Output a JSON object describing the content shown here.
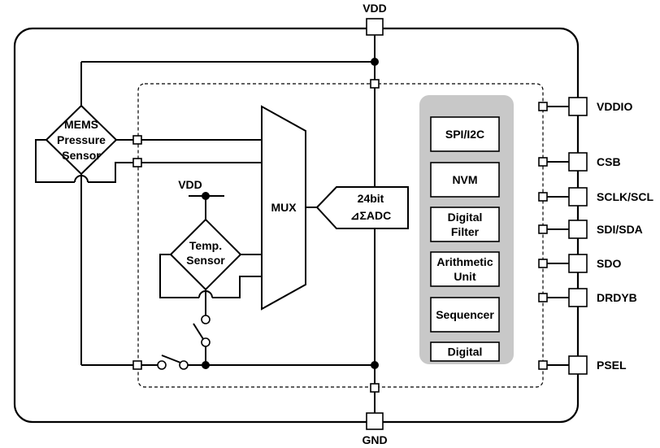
{
  "pins": {
    "top": "VDD",
    "bottom": "GND",
    "right": [
      "VDDIO",
      "CSB",
      "SCLK/SCL",
      "SDI/SDA",
      "SDO",
      "DRDYB",
      "PSEL"
    ]
  },
  "blocks": {
    "mems_sensor": [
      "MEMS",
      "Pressure",
      "Sensor"
    ],
    "temp_vdd": "VDD",
    "temp_sensor": [
      "Temp.",
      "Sensor"
    ],
    "mux": "MUX",
    "adc": [
      "24bit",
      "⊿ΣADC"
    ],
    "digital_core": [
      [
        "SPI/I2C"
      ],
      [
        "NVM"
      ],
      [
        "Digital",
        "Filter"
      ],
      [
        "Arithmetic",
        "Unit"
      ],
      [
        "Sequencer"
      ],
      [
        "Digital"
      ]
    ]
  },
  "colors": {
    "line": "#000000",
    "core_panel": "#c8c8c8",
    "block_fill": "#ffffff",
    "background": "#ffffff"
  }
}
